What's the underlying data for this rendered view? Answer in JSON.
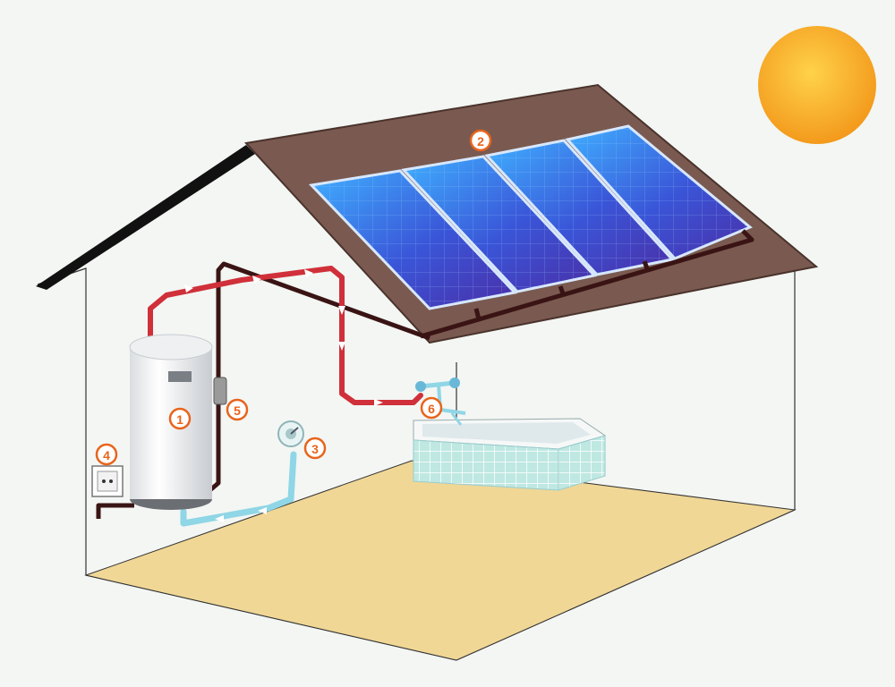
{
  "colors": {
    "background": "#f3f6f3",
    "sun": "#f7a92a",
    "roof": "#7a5a50",
    "solar_panel": "#3a55c8",
    "hot_pipe": "#d0303a",
    "cold_pipe": "#8fd6e6",
    "floor": "#f0d796",
    "tile": "#bfe8e2",
    "badge": "#e8641c"
  },
  "callouts": [
    {
      "number": "1",
      "component": "water-heater-tank"
    },
    {
      "number": "2",
      "component": "solar-panels"
    },
    {
      "number": "3",
      "component": "cold-water-inlet-valve"
    },
    {
      "number": "4",
      "component": "electrical-outlet"
    },
    {
      "number": "5",
      "component": "power-cable-connector"
    },
    {
      "number": "6",
      "component": "bath-mixer-tap"
    }
  ]
}
